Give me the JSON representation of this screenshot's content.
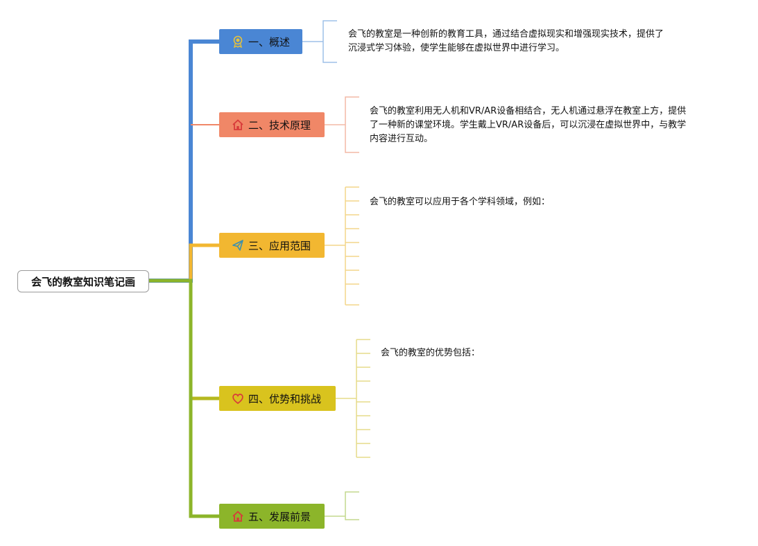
{
  "root": {
    "label": "会飞的教室知识笔记画"
  },
  "branches": [
    {
      "label": "一、概述",
      "color": "#4a86d4",
      "icon": "award-ribbon-icon",
      "note": "会飞的教室是一种创新的教育工具，通过结合虚拟现实和增强现实技术，提供了\n沉浸式学习体验，使学生能够在虚拟世界中进行学习。"
    },
    {
      "label": "二、技术原理",
      "color": "#f08767",
      "icon": "home-icon",
      "note": "会飞的教室利用无人机和VR/AR设备相结合，无人机通过悬浮在教室上方，提供\n了一种新的课堂环境。学生戴上VR/AR设备后，可以沉浸在虚拟世界中，与教学\n内容进行互动。"
    },
    {
      "label": "三、应用范围",
      "color": "#f2b731",
      "icon": "paper-plane-icon",
      "note": "会飞的教室可以应用于各个学科领域，例如："
    },
    {
      "label": "四、优势和挑战",
      "color": "#d9c31e",
      "icon": "heart-icon",
      "note": "会飞的教室的优势包括："
    },
    {
      "label": "五、发展前景",
      "color": "#8cb52a",
      "icon": "home-icon",
      "note": ""
    }
  ]
}
